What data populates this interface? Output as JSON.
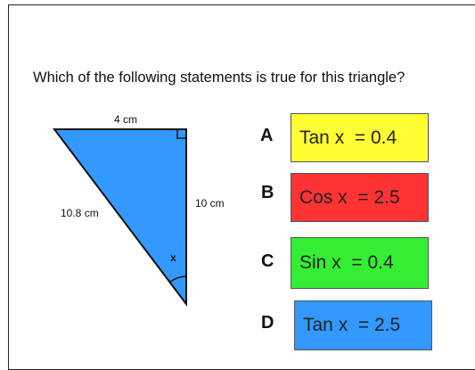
{
  "question": "Which of the following statements is true for this triangle?",
  "triangle": {
    "top_side": "4 cm",
    "right_side": "10 cm",
    "hypotenuse": "10.8 cm",
    "angle": "x",
    "fill_color": "#3399ff",
    "stroke_color": "#111111"
  },
  "options": [
    {
      "letter": "A",
      "text": "Tan x  = 0.4",
      "color": "#ffff33"
    },
    {
      "letter": "B",
      "text": "Cos x  = 2.5",
      "color": "#ff3333"
    },
    {
      "letter": "C",
      "text": "Sin x  = 0.4",
      "color": "#33ee33"
    },
    {
      "letter": "D",
      "text": "Tan x  = 2.5",
      "color": "#3399ff"
    }
  ]
}
